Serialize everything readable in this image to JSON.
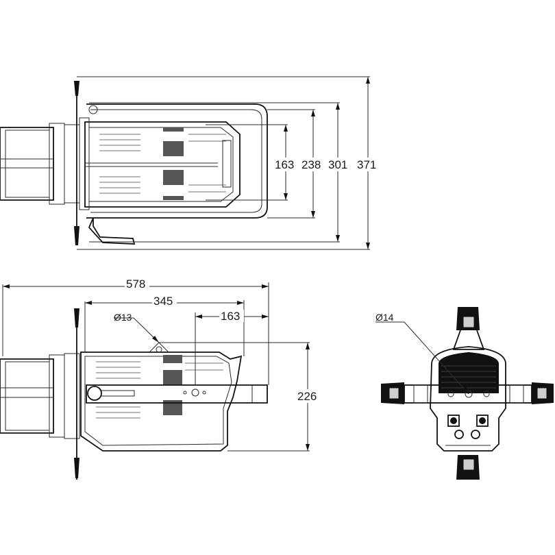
{
  "top_view": {
    "dimensions": [
      "163",
      "238",
      "301",
      "371"
    ]
  },
  "side_view": {
    "dimensions": {
      "overall_length": "578",
      "body_length": "345",
      "mount_offset": "163",
      "height": "226"
    },
    "hole_label": "Ø13"
  },
  "rear_view": {
    "hole_label": "Ø14"
  },
  "colors": {
    "line": "#2a2a2a",
    "grille": "#555555",
    "background": "#ffffff"
  }
}
